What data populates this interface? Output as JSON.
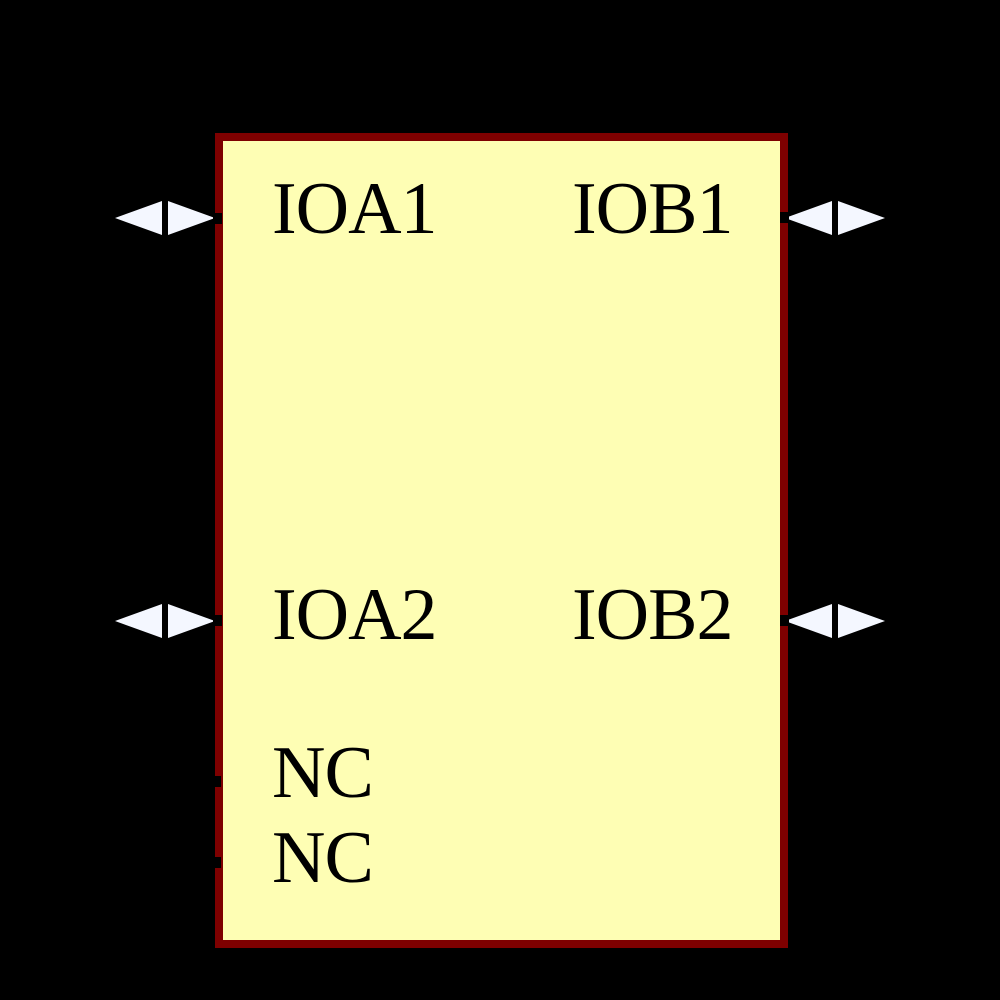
{
  "diagram": {
    "type": "schematic-symbol",
    "background_color": "#000000",
    "body": {
      "fill_color": "#FEFEB4",
      "border_color": "#7E0000"
    },
    "arrow_color": "#F4F7FF",
    "pin_stub_color": "#000000",
    "label_color": "#000000",
    "pins": {
      "left": [
        {
          "name": "IOA1",
          "type": "bidirectional"
        },
        {
          "name": "IOA2",
          "type": "bidirectional"
        },
        {
          "name": "NC",
          "type": "unconnected"
        },
        {
          "name": "NC",
          "type": "unconnected"
        }
      ],
      "right": [
        {
          "name": "IOB1",
          "type": "bidirectional"
        },
        {
          "name": "IOB2",
          "type": "bidirectional"
        }
      ]
    }
  }
}
